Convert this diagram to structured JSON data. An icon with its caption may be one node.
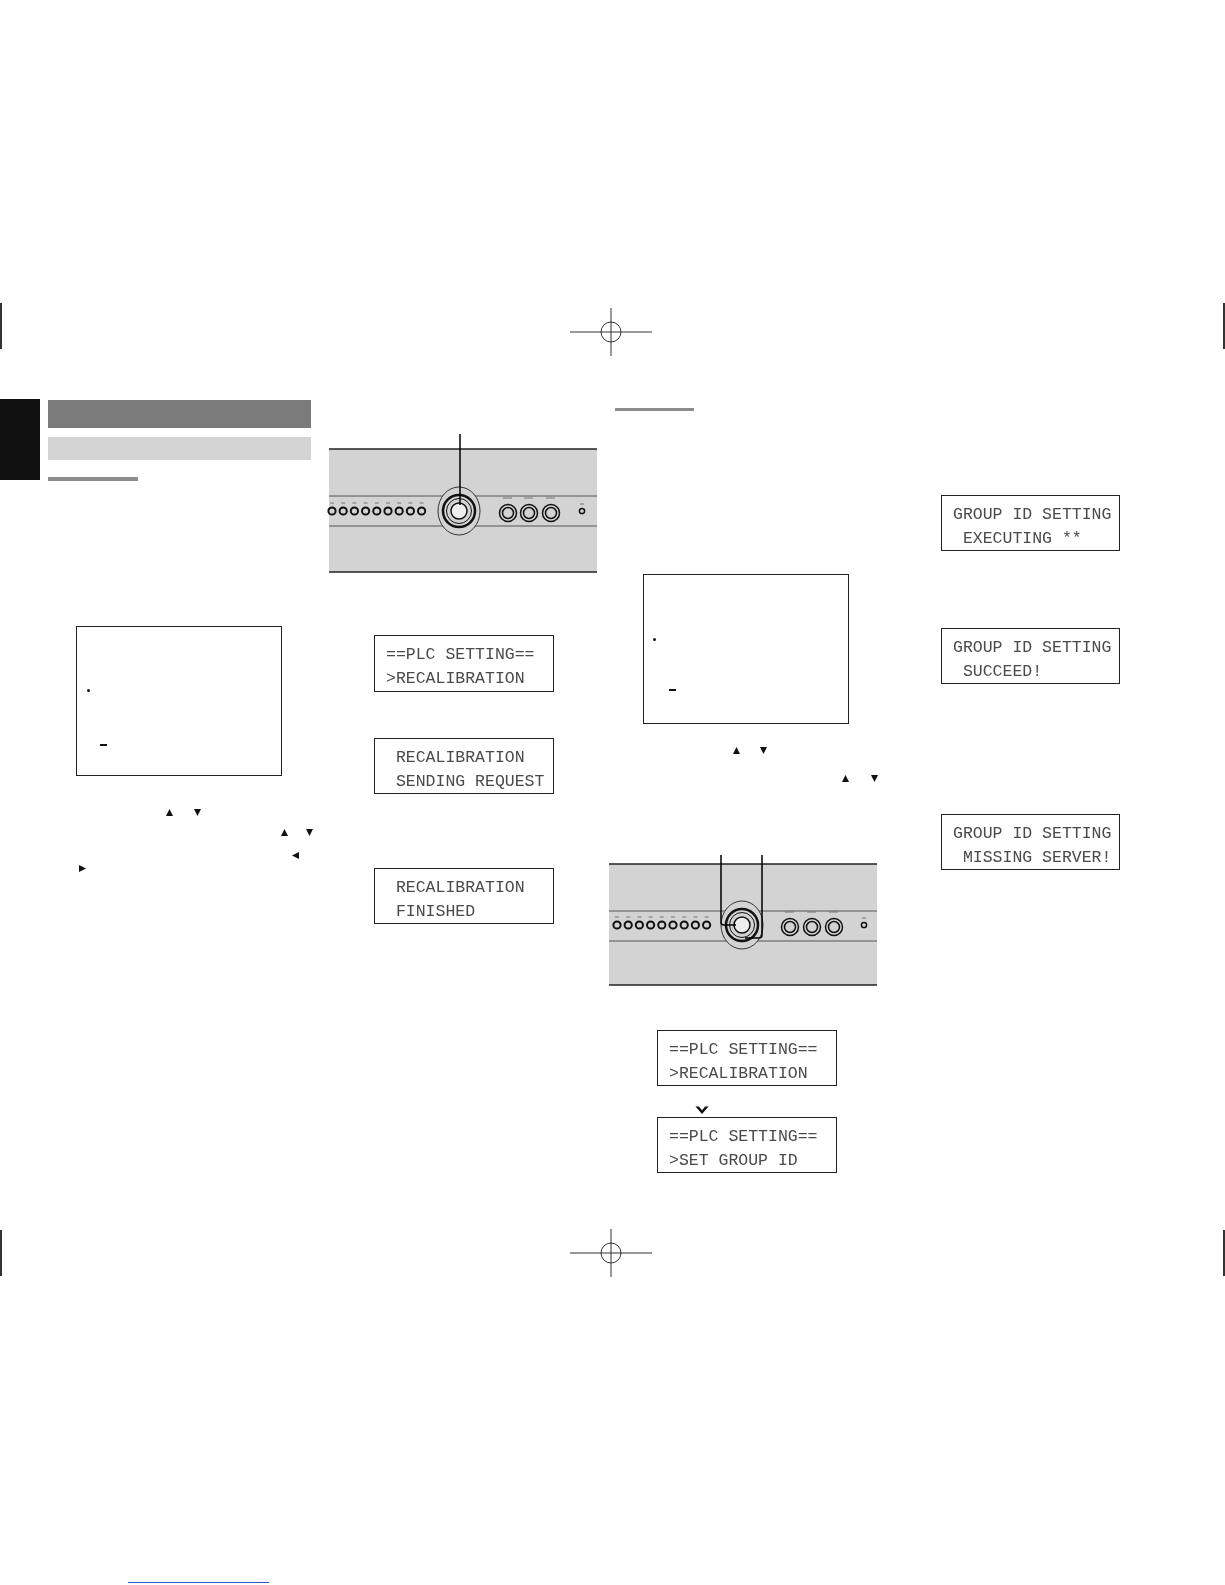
{
  "diagram": {
    "nodes": [
      {
        "text": [],
        "shape": "bar"
      },
      {
        "text": [],
        "shape": "box"
      },
      {
        "text": [
          "==PLC SETTING==",
          ">RECALIBRATION"
        ]
      },
      {
        "text": [
          "RECALIBRATION",
          "SENDING REQUEST"
        ]
      },
      {
        "text": [
          "RECALIBRATION",
          "FINISHED"
        ]
      },
      {
        "text": [],
        "shape": "box"
      },
      {
        "text": [
          "==PLC SETTING==",
          ">RECALIBRATION"
        ]
      },
      {
        "text": [
          "==PLC SETTING==",
          ">SET GROUP ID"
        ]
      },
      {
        "text": [
          "GROUP ID SETTING",
          "EXECUTING **"
        ]
      },
      {
        "text": [
          "GROUP ID SETTING",
          "SUCCEED!"
        ]
      },
      {
        "text": [
          "GROUP ID SETTING",
          "MISSING SERVER!"
        ]
      }
    ],
    "edges": [
      {
        "from": 6,
        "to": 7,
        "arrow": "to"
      }
    ]
  }
}
